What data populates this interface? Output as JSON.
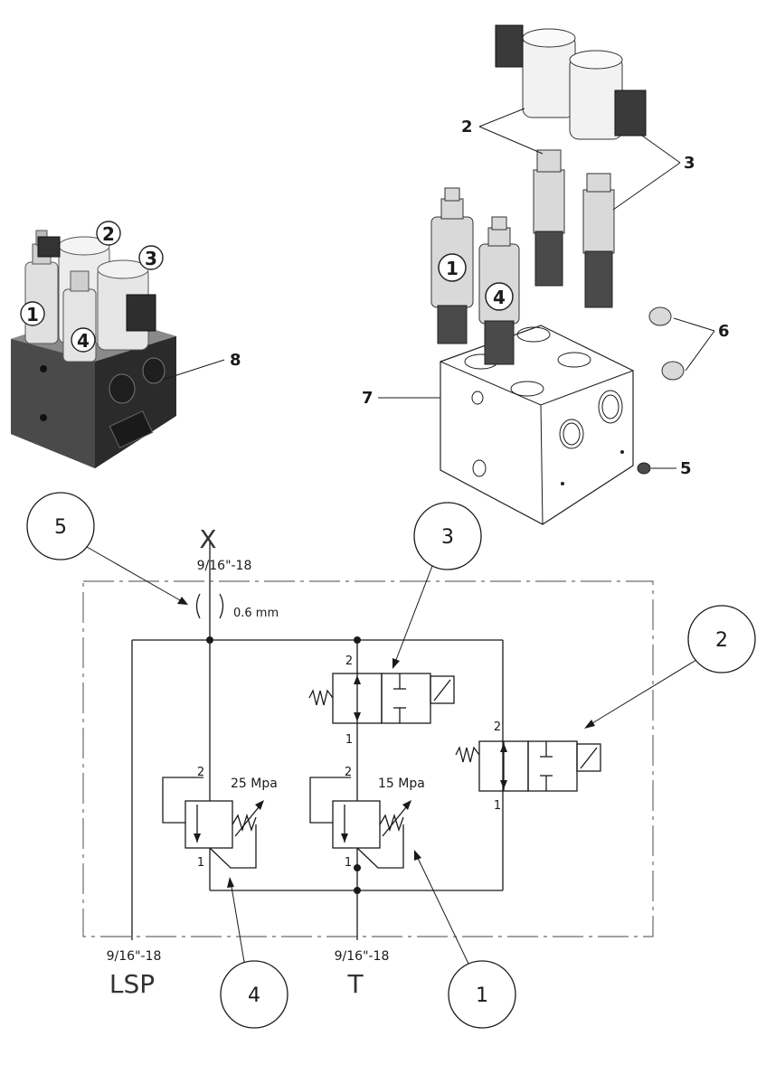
{
  "photo_callouts": [
    "1",
    "2",
    "3",
    "4"
  ],
  "exploded_labels": [
    "1",
    "2",
    "3",
    "4",
    "5",
    "6",
    "7",
    "8"
  ],
  "schematic": {
    "port_x": "X",
    "port_x_thread": "9/16\"-18",
    "orifice": "0.6 mm",
    "port_lsp": "LSP",
    "port_lsp_thread": "9/16\"-18",
    "port_t": "T",
    "port_t_thread": "9/16\"-18",
    "relief_left_pressure": "25 Mpa",
    "relief_right_pressure": "15 Mpa",
    "port_num_2": "2",
    "port_num_1": "1",
    "balloons": [
      "5",
      "3",
      "2",
      "4",
      "1"
    ]
  }
}
